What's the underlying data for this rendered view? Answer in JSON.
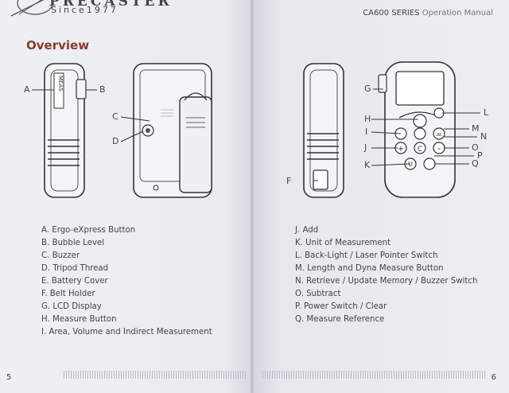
{
  "left_page": {
    "brand": {
      "name": "PRECASTER",
      "since": "Since1977"
    },
    "section_title": "Overview",
    "callouts": [
      "A",
      "B",
      "C",
      "D"
    ],
    "items": [
      "A. Ergo-eXpress Button",
      "B. Bubble Level",
      "C. Buzzer",
      "D. Tripod Thread",
      "E. Battery Cover",
      "F. Belt Holder",
      "G. LCD Display",
      "H. Measure Button",
      "I.  Area, Volume and Indirect  Measurement"
    ],
    "device_label": "MEAS",
    "page_number": "5"
  },
  "right_page": {
    "header": {
      "series": "CA600 SERIES",
      "manual": "Operation Manual"
    },
    "callouts": [
      "F",
      "G",
      "H",
      "I",
      "J",
      "K",
      "L",
      "M",
      "N",
      "O",
      "P",
      "Q"
    ],
    "items": [
      "J. Add",
      "K. Unit of Measurement",
      "L. Back-Light / Laser Pointer Switch",
      "M. Length and Dyna Measure Button",
      "N. Retrieve / Update Memory / Buzzer Switch",
      "O. Subtract",
      "P.  Power Switch / Clear",
      "Q. Measure Reference"
    ],
    "keypad_glyphs": [
      "+",
      "=",
      "-",
      "U",
      "C"
    ],
    "page_number": "6"
  }
}
